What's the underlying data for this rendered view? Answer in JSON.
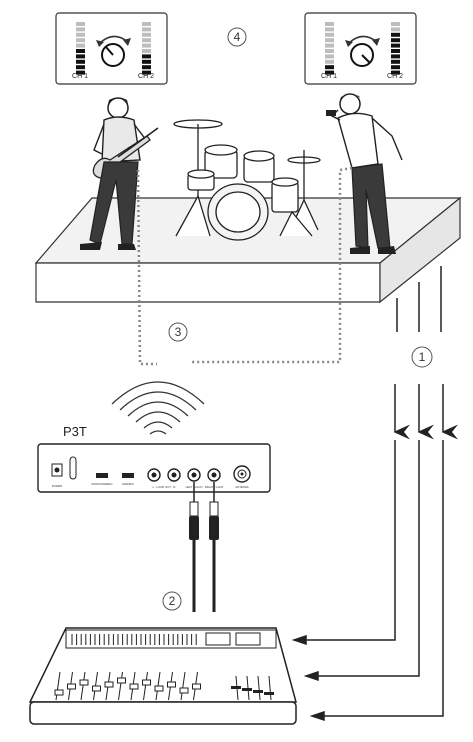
{
  "labels": {
    "step1": "1",
    "step2": "2",
    "step3": "3",
    "step4": "4",
    "device_name": "P3T",
    "ch1": "CH 1",
    "ch2": "CH 2"
  },
  "panel_left": {
    "ch1_level": 0.55,
    "ch2_level": 0.45
  },
  "panel_right": {
    "ch1_level": 0.2,
    "ch2_level": 0.85
  },
  "device_labels": {
    "power": "POWER",
    "mono_stereo": "MONO/STEREO",
    "line_mic": "LINE/MIC",
    "loop_out": "L · LOOP OUT · R",
    "left_in": "LEFT / CH IN",
    "right_in": "RIGHT / CH IN",
    "antenna": "ANTENNA"
  }
}
